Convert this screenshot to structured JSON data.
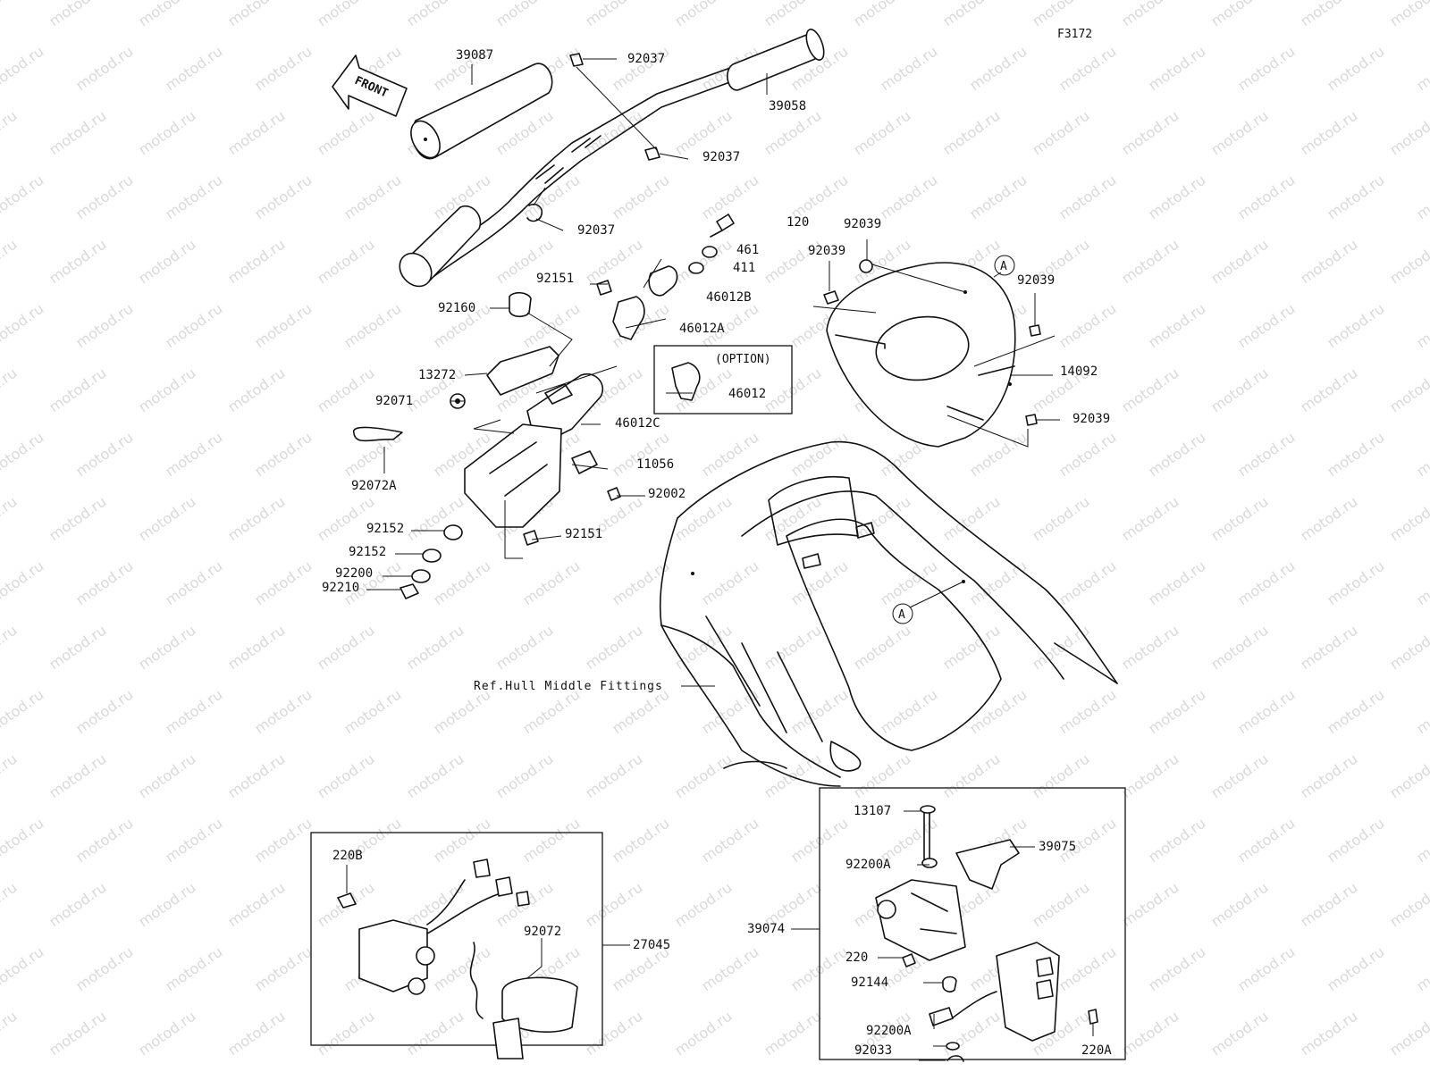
{
  "figure_code": "F3172",
  "front_label": "FRONT",
  "option_label": "(OPTION)",
  "reference_text": "Ref.Hull Middle Fittings",
  "callout_letter": "A",
  "watermark": "motod.ru",
  "parts": [
    "39087",
    "92037",
    "92037",
    "39058",
    "92037",
    "120",
    "461",
    "411",
    "46012B",
    "92151",
    "92160",
    "46012A",
    "13272",
    "92071",
    "46012C",
    "46012",
    "11056",
    "92072A",
    "92002",
    "92152",
    "92151",
    "92152",
    "92200",
    "92210",
    "92039",
    "92039",
    "92039",
    "14092",
    "92039",
    "220B",
    "92072",
    "27045",
    "13107",
    "39075",
    "92200A",
    "39074",
    "220",
    "92144",
    "92200A",
    "92033",
    "220A"
  ]
}
